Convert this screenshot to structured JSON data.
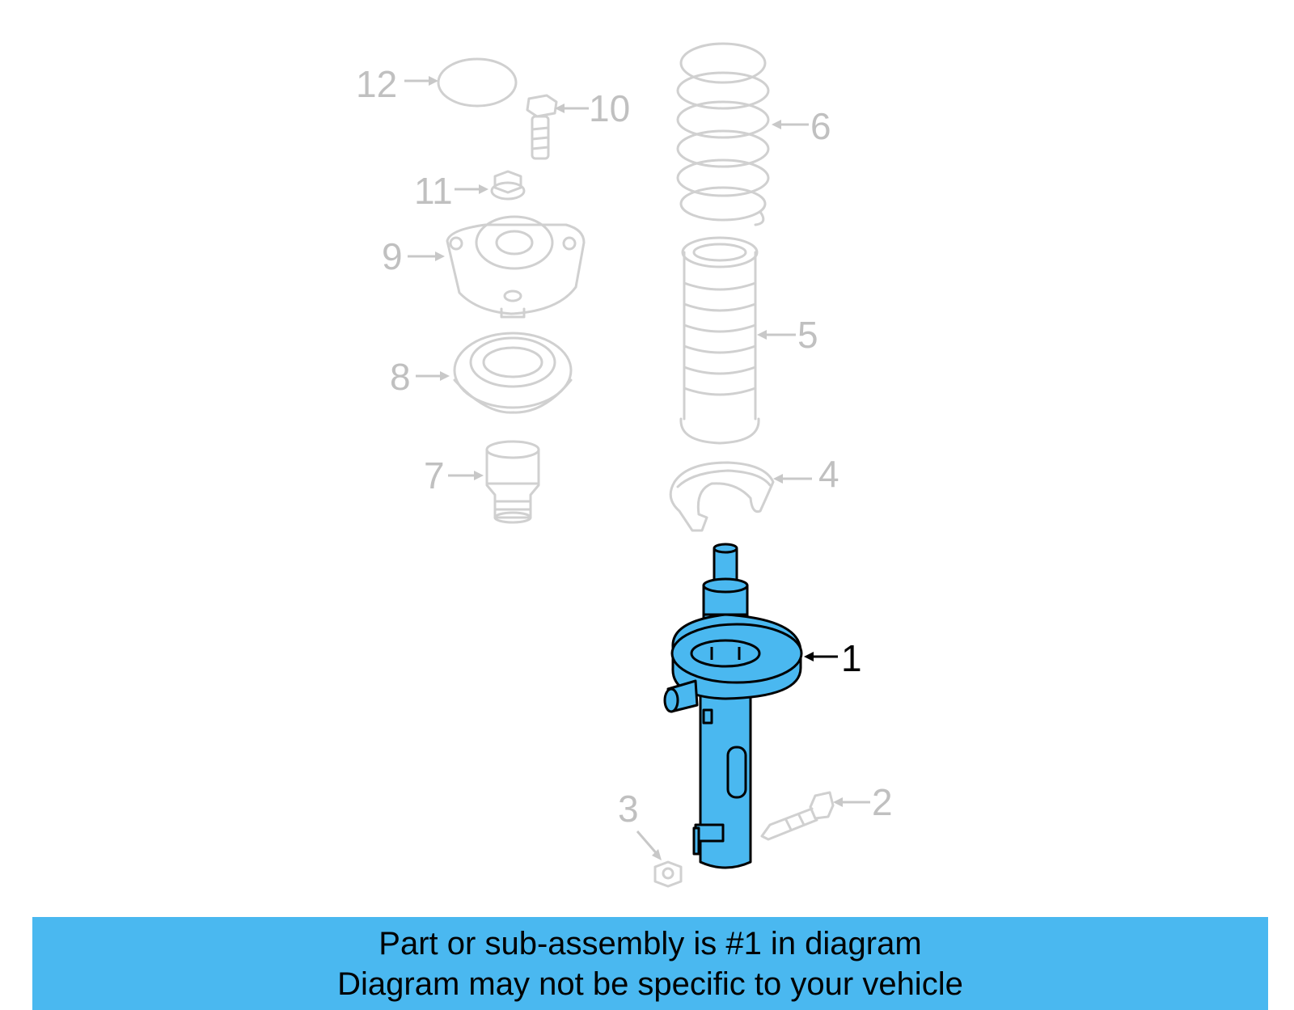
{
  "colors": {
    "highlight": "#4ab8f0",
    "faded": "#d0d0d0",
    "faded_text": "#c0c0c0",
    "outline": "#000000",
    "banner": "#4ab8f0"
  },
  "callouts": {
    "c1": "1",
    "c2": "2",
    "c3": "3",
    "c4": "4",
    "c5": "5",
    "c6": "6",
    "c7": "7",
    "c8": "8",
    "c9": "9",
    "c10": "10",
    "c11": "11",
    "c12": "12"
  },
  "highlighted_part": "1",
  "banner": {
    "line1": "Part or sub-assembly is #1 in diagram",
    "line2": "Diagram may not be specific to your vehicle"
  }
}
